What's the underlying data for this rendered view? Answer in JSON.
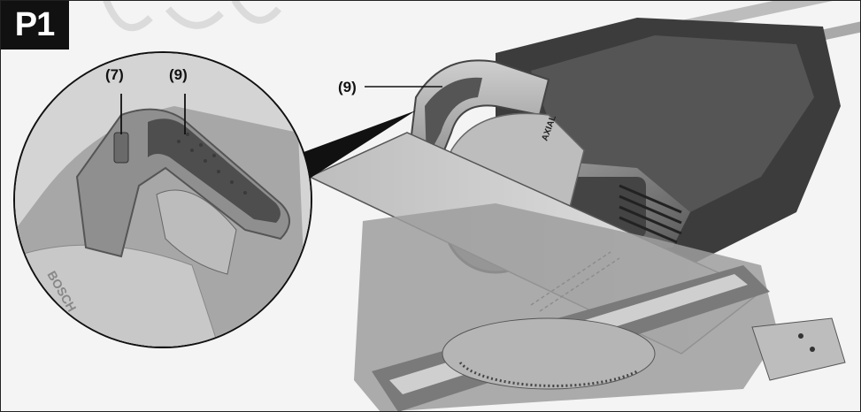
{
  "figure": {
    "badge": "P1",
    "callouts": {
      "inset_switch": "(7)",
      "inset_handle": "(9)",
      "main_handle": "(9)"
    },
    "brand_marks": {
      "blade_guard_brand": "BOSCH",
      "motor_label": "AXIAL"
    }
  },
  "colors": {
    "badge_bg": "#111111",
    "badge_text": "#ffffff",
    "line": "#111111"
  }
}
